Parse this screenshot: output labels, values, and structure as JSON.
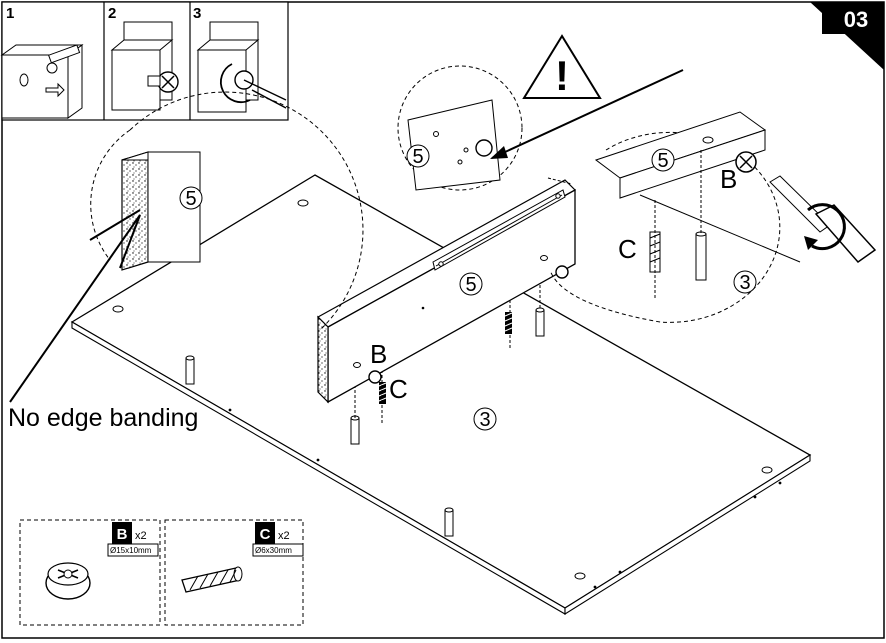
{
  "step_badge": "03",
  "substeps": [
    "1",
    "2",
    "3"
  ],
  "part_labels": {
    "panel_5": "5",
    "panel_3": "3",
    "B": "B",
    "C": "C"
  },
  "warning_symbol": "!",
  "note": "No edge banding",
  "hardware": [
    {
      "code": "B",
      "qty": "x2",
      "size": "Ø15x10mm",
      "icon": "cam-lock-icon"
    },
    {
      "code": "C",
      "qty": "x2",
      "size": "Ø6x30mm",
      "icon": "wooden-dowel-icon"
    }
  ]
}
